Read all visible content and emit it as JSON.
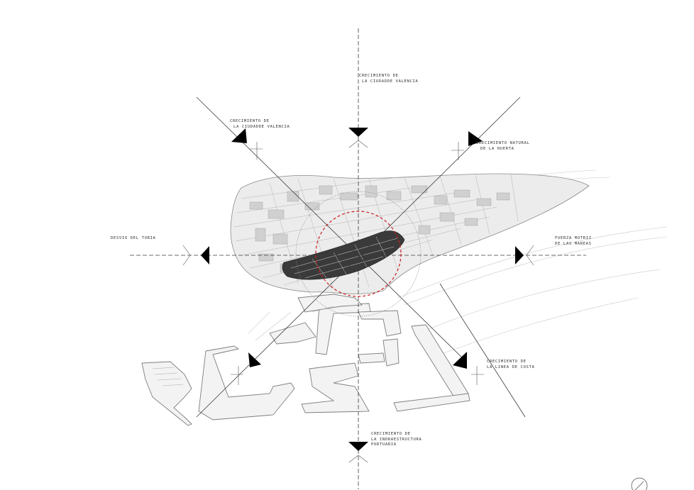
{
  "labels": {
    "north": [
      "CRECIMIENTO DE",
      "LA CIUDADDE VALENCIA"
    ],
    "northwest": [
      "CRECIMIENTO DE",
      "LA CIUDADDE VALENCIA"
    ],
    "northeast": [
      "CRECIMIENTO NATURAL",
      "DE LA HUERTA"
    ],
    "west": [
      "DESVIO DEL TURIA"
    ],
    "east": [
      "FUERZA MOTRIZ",
      "DE LAS MAREAS"
    ],
    "southeast": [
      "CRECIMIENTO DE",
      "LA LINEA DE COSTA"
    ],
    "south": [
      "CRECIMIENTO DE",
      "LA INDRAESTRUCTURA",
      "PORTUARIA"
    ]
  },
  "colors": {
    "axis": "#3a3a3a",
    "arrow": "#000000",
    "circle": "#cc1f1f",
    "city": "#bdbdbd",
    "dense": "#2b2b2b",
    "port": "#9a9a9a"
  },
  "icons": {
    "axis_arrow": "triangle-arrow-icon",
    "north_marker": "north-arrow-icon"
  }
}
